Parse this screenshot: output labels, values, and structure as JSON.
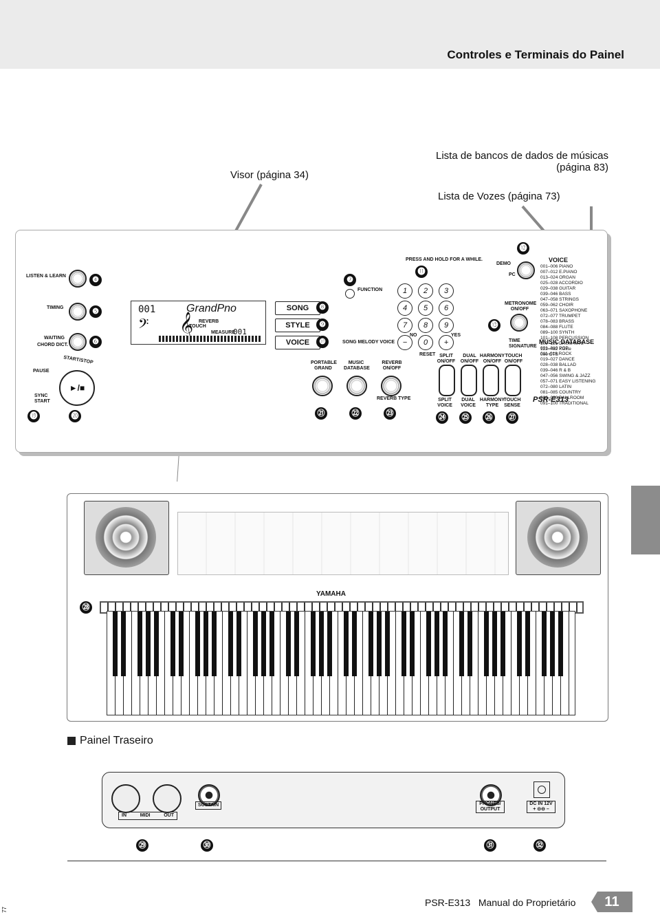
{
  "header": {
    "title": "Controles e Terminais do Painel"
  },
  "callouts": {
    "display": "Visor (página 34)",
    "music_db_list": "Lista de bancos de dados de músicas\n(página 83)",
    "voice_list": "Lista de Vozes (página 73)"
  },
  "panel": {
    "left_labels": {
      "listen_learn": "LISTEN & LEARN",
      "timing": "TIMING",
      "waiting": "WAITING",
      "chord_dict": "CHORD DICT.",
      "pause": "PAUSE",
      "sync_start": "SYNC START",
      "start_stop": "START/STOP",
      "play_stop_icon": "►/■"
    },
    "display": {
      "number": "001",
      "voice_name": "GrandPno",
      "reverb": "REVERB",
      "touch": "TOUCH",
      "measure": "MEASURE",
      "measure_num": "001"
    },
    "mode_buttons": {
      "song": "SONG",
      "style": "STYLE",
      "voice": "VOICE"
    },
    "function": "FUNCTION",
    "song_melody_voice": "SONG MELODY VOICE",
    "portable_grand": "PORTABLE GRAND",
    "music_database": "MUSIC DATABASE",
    "reverb_onoff": "REVERB ON/OFF",
    "reverb_type": "REVERB TYPE",
    "press_hold": "PRESS AND HOLD FOR A WHILE.",
    "numpad": [
      "1",
      "2",
      "3",
      "4",
      "5",
      "6",
      "7",
      "8",
      "9",
      "−",
      "0",
      "+"
    ],
    "no": "NO",
    "yes": "YES",
    "reset": "RESET",
    "demo": "DEMO",
    "pc": "PC",
    "metronome": "METRONOME ON/OFF",
    "time_signature": "TIME SIGNATURE",
    "split": "SPLIT ON/OFF",
    "dual": "DUAL ON/OFF",
    "harmony": "HARMONY ON/OFF",
    "touch": "TOUCH ON/OFF",
    "split_voice": "SPLIT VOICE",
    "dual_voice": "DUAL VOICE",
    "harmony_type": "HARMONY TYPE",
    "touch_sense": "TOUCH SENSE",
    "voice_header": "VOICE",
    "voice_list": [
      "001–006 PIANO",
      "007–012 E.PIANO",
      "013–024 ORGAN",
      "025–028 ACCORDIO",
      "029–038 GUITAR",
      "039–046 BASS",
      "047–058 STRINGS",
      "059–062 CHOIR",
      "063–071 SAXOPHONE",
      "072–077 TRUMPET",
      "078–083 BRASS",
      "084–088 FLUTE",
      "089–100 SYNTH",
      "101–108 PERCUSSION",
      "109–121 DRUM KITS",
      "122–482 XGlite",
      "000 OTS"
    ],
    "music_db_header": "MUSIC DATABASE",
    "music_db_list": [
      "001–010 POP",
      "011–018 ROCK",
      "019–027 DANCE",
      "028–038 BALLAD",
      "039–046 R & B",
      "047–056 SWING & JAZZ",
      "057–071 EASY LISTENING",
      "072–080 LATIN",
      "081–085 COUNTRY",
      "086–090 BALLROOM",
      "091–100 TRADITIONAL"
    ],
    "model_logo": "PSR-E313",
    "callout_numbers": {
      "n4": "❹",
      "n5": "❺",
      "n6": "❻",
      "n7": "❼",
      "n8": "❽",
      "n9": "❾",
      "n10": "❿",
      "n11": "⓫",
      "n12": "⓬",
      "n13": "⓭",
      "n19": "⓳",
      "n20": "⓴",
      "n21": "㉑",
      "n22": "㉒",
      "n23": "㉓",
      "n24": "㉔",
      "n25": "㉕",
      "n26": "㉖",
      "n27": "㉗",
      "n28": "㉘"
    }
  },
  "keyboard_overview": {
    "brand": "YAMAHA"
  },
  "rear": {
    "section_title": "Painel Traseiro",
    "in": "IN",
    "midi": "MIDI",
    "out": "OUT",
    "sustain": "SUSTAIN",
    "phones": "PHONES/ OUTPUT",
    "dc_in": "DC IN 12V",
    "polarity": "+ ⊝⊖ –",
    "callout_numbers": {
      "n29": "㉙",
      "n30": "㉚",
      "n31": "㉛",
      "n32": "㉜"
    }
  },
  "footer": {
    "manual": "PSR-E313   Manual do Proprietário",
    "page": "11",
    "edge": "77"
  }
}
